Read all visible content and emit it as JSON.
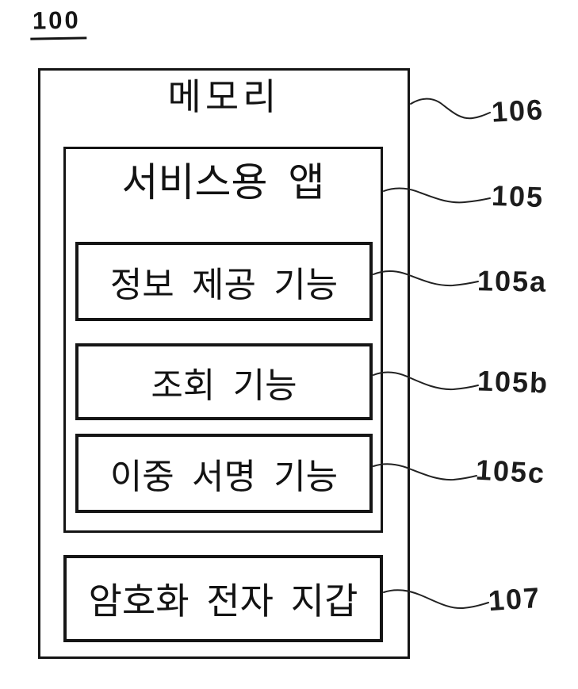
{
  "figure": {
    "figure_ref": "100",
    "ink_color": "#141414",
    "background_color": "#ffffff",
    "memory": {
      "label": "메모리",
      "ref": "106"
    },
    "service_app": {
      "label": "서비스용 앱",
      "ref": "105",
      "functions": [
        {
          "label": "정보 제공 기능",
          "ref": "105a"
        },
        {
          "label": "조회 기능",
          "ref": "105b"
        },
        {
          "label": "이중 서명 기능",
          "ref": "105c"
        }
      ]
    },
    "wallet": {
      "label": "암호화 전자 지갑",
      "ref": "107"
    }
  }
}
